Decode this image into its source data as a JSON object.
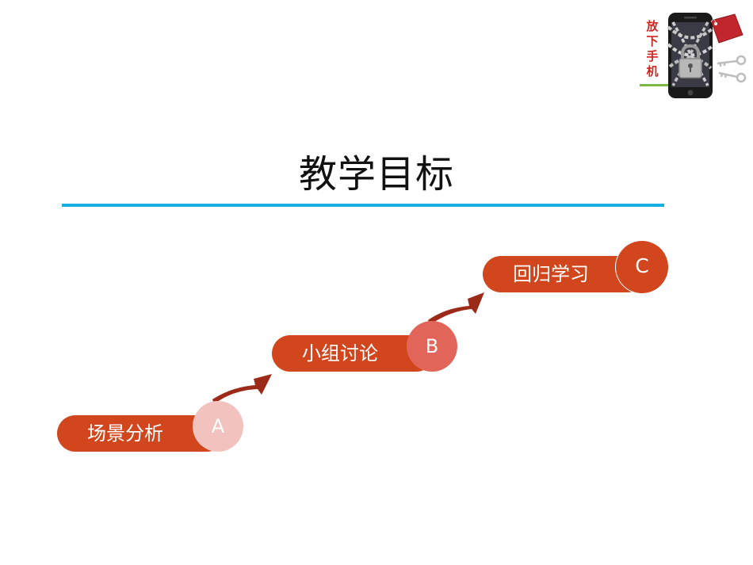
{
  "title": "教学目标",
  "logo": {
    "text": "放下手机",
    "icon": "locked-phone-icon"
  },
  "steps": [
    {
      "label": "场景分析",
      "badge": "A"
    },
    {
      "label": "小组讨论",
      "badge": "B"
    },
    {
      "label": "回归学习",
      "badge": "C"
    }
  ],
  "colors": {
    "pill": "#d2461e",
    "badge_a": "#f2c3be",
    "badge_b": "#e16659",
    "badge_c": "#d2461e",
    "arrow": "#9c2a18",
    "divider": "#17aee0",
    "logo_text": "#d0241f",
    "logo_underline": "#7ab648"
  }
}
